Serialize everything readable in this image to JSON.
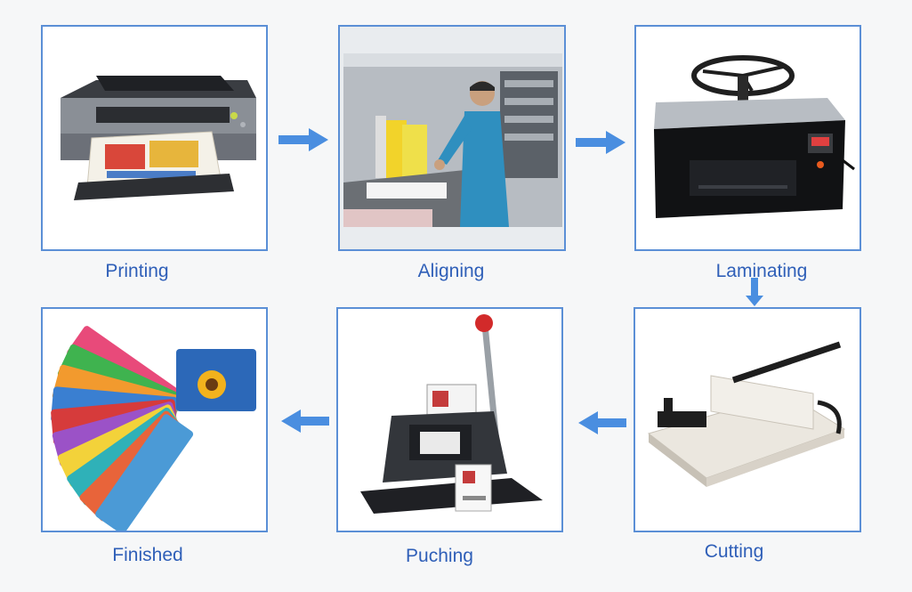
{
  "steps": [
    {
      "label": "Printing"
    },
    {
      "label": "Aligning"
    },
    {
      "label": "Laminating"
    },
    {
      "label": "Cutting"
    },
    {
      "label": "Puching"
    },
    {
      "label": "Finished"
    }
  ],
  "colors": {
    "frame": "#5b8fd6",
    "label": "#2f5fb8",
    "arrow": "#4a8ee0"
  }
}
